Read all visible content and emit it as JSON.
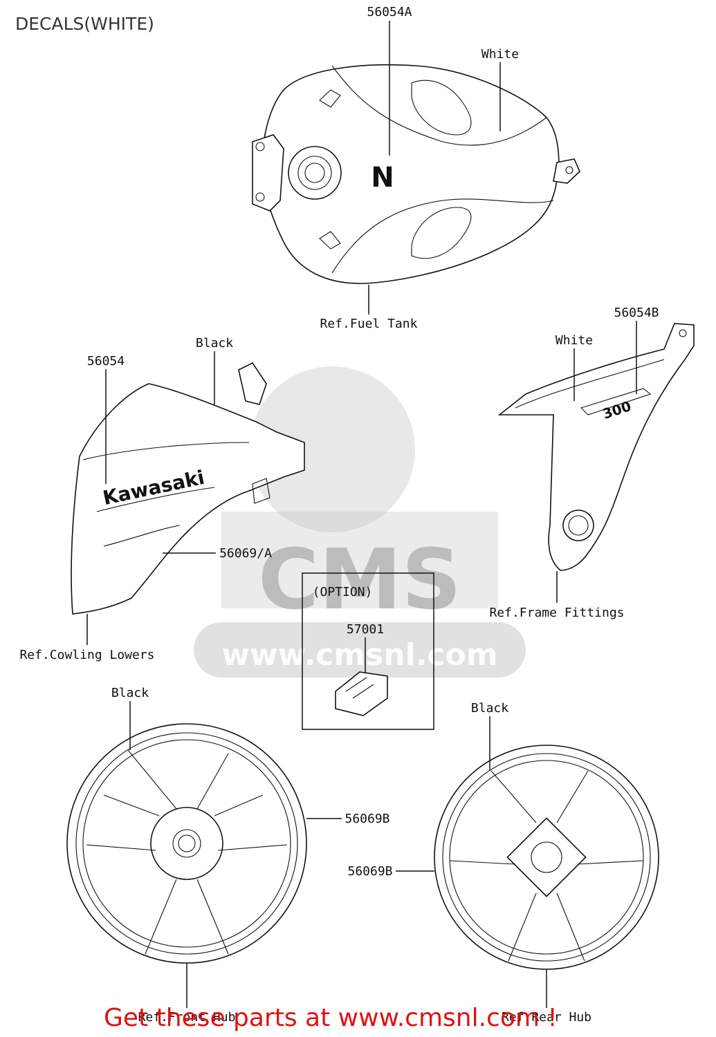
{
  "title": "DECALS(WHITE)",
  "footer": "Get these parts at www.cmsnl.com !",
  "watermark": {
    "brand": "CMS",
    "url": "www.cmsnl.com"
  },
  "colors": {
    "banner": "#e01010",
    "line": "#111111",
    "watermark": "#bdbdbd"
  },
  "callouts": {
    "p56054A": "56054A",
    "white1": "White",
    "fuel_tank": "Ref.Fuel Tank",
    "p56054B": "56054B",
    "white2": "White",
    "frame_fittings": "Ref.Frame Fittings",
    "p56054": "56054",
    "black1": "Black",
    "p56069A": "56069/A",
    "cowling_lowers": "Ref.Cowling Lowers",
    "option": "(OPTION)",
    "p57001": "57001",
    "black2": "Black",
    "p56069B_front": "56069B",
    "front_hub": "Ref.Front Hub",
    "black3": "Black",
    "p56069B_rear": "56069B",
    "rear_hub": "Ref.Rear Hub"
  },
  "decals": {
    "tank_logo": "N",
    "cowl_logo": "Kawasaki",
    "frame_logo": "300"
  }
}
